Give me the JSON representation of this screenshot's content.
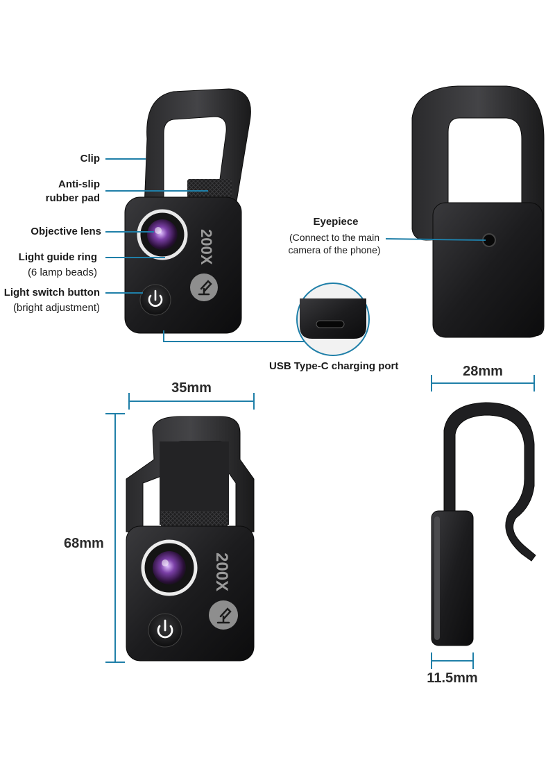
{
  "callouts": {
    "clip": "Clip",
    "anti_slip_line1": "Anti-slip",
    "anti_slip_line2": "rubber pad",
    "objective_lens": "Objective lens",
    "light_guide_line1": "Light guide ring",
    "light_guide_line2": "(6 lamp beads)",
    "switch_line1": "Light switch button",
    "switch_line2": "(bright adjustment)",
    "eyepiece_title": "Eyepiece",
    "eyepiece_line1": "(Connect to the main",
    "eyepiece_line2": "camera of the phone)",
    "usb_port": "USB Type-C charging port"
  },
  "dimensions": {
    "width": "35mm",
    "height": "68mm",
    "depth": "28mm",
    "thickness": "11.5mm"
  },
  "product": {
    "magnification": "200X"
  },
  "colors": {
    "accent_line": "#1f7fa8",
    "body_dark": "#1b1b1d",
    "lens_purple": "#7a3fa6",
    "light_ring": "#e8e8e8"
  },
  "icons": [
    "power-icon",
    "microscope-icon"
  ]
}
